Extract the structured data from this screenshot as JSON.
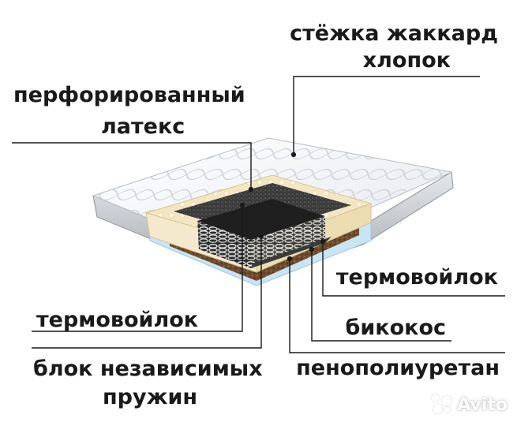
{
  "labels": {
    "quilting_line1": "стёжка жаккард",
    "quilting_line2": "хлопок",
    "latex_line1": "перфорированный",
    "latex_line2": "латекс",
    "felt_right": "термовойлок",
    "felt_left": "термовойлок",
    "bicoconut": "бикокос",
    "springs_line1": "блок независимых",
    "springs_line2": "пружин",
    "foam": "пенополиуретан"
  },
  "watermark": {
    "icon": "avito-dots-icon",
    "text": "Avito"
  },
  "colors": {
    "text": "#1a1a1a",
    "line": "#1a1a1a",
    "fabric": "#f1f3f7",
    "latex": "#f3e6c4",
    "felt": "#3a3a3a",
    "coconut": "#6b4a2e",
    "foam": "#c9e4f4",
    "springs": "#e8e8e8"
  }
}
